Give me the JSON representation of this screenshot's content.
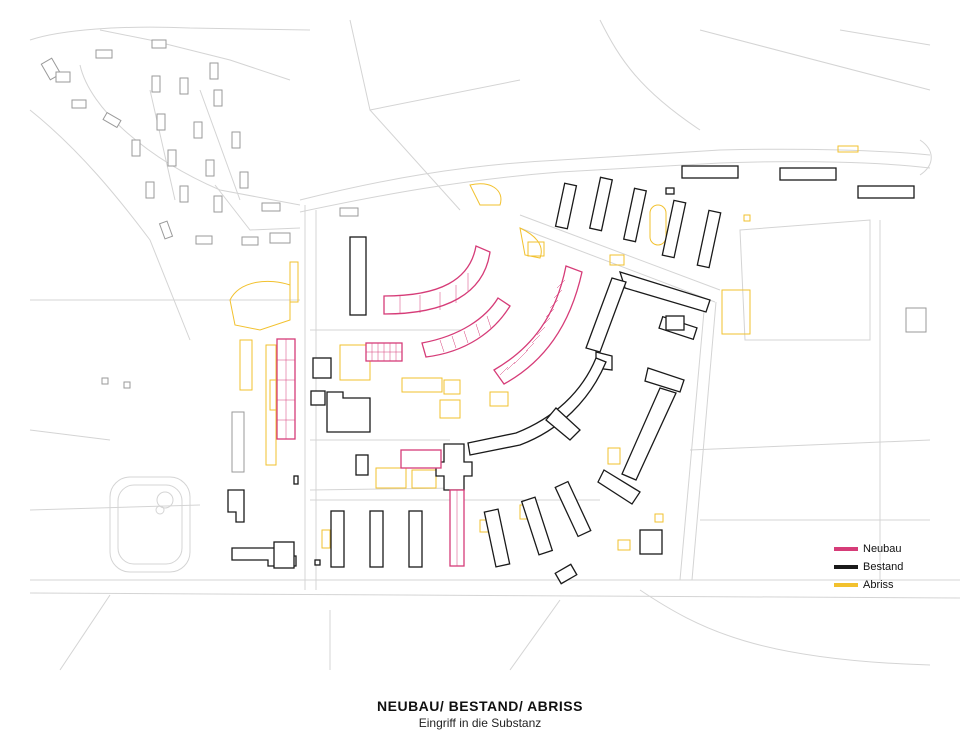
{
  "title": "NEUBAU/ BESTAND/ ABRISS",
  "subtitle": "Eingriff in die Substanz",
  "colors": {
    "neubau": "#d63c78",
    "bestand": "#1a1a1a",
    "abriss": "#f2c12e",
    "context": "#cfcfcf"
  },
  "legend": [
    {
      "label": "Neubau",
      "color": "#d63c78"
    },
    {
      "label": "Bestand",
      "color": "#1a1a1a"
    },
    {
      "label": "Abriss",
      "color": "#f2c12e"
    }
  ]
}
